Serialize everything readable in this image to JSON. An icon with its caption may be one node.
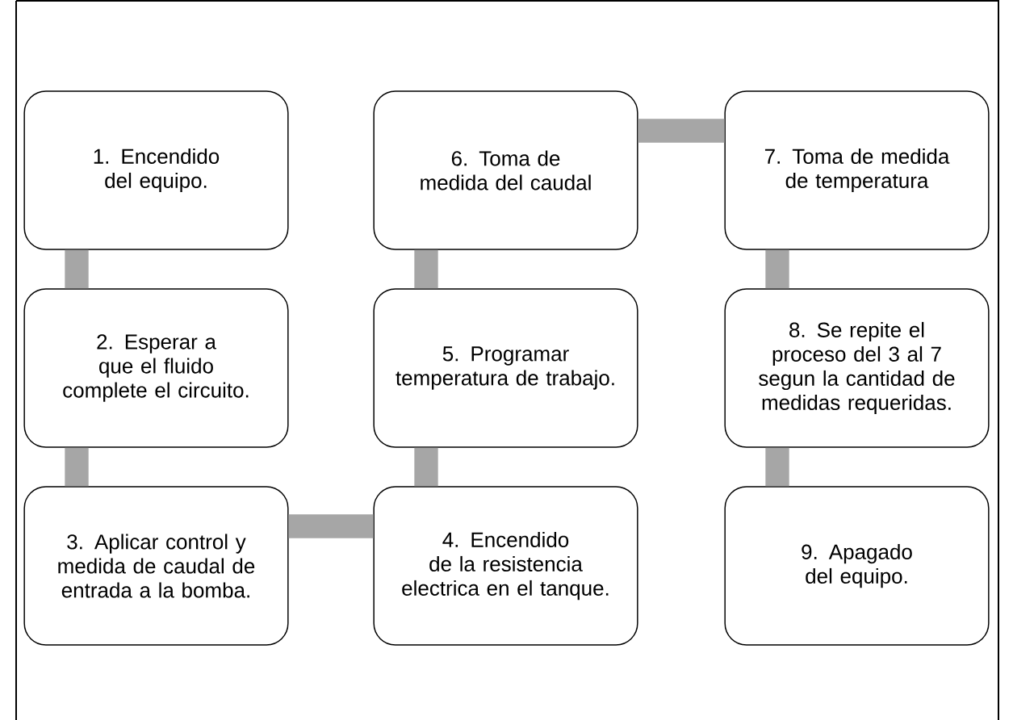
{
  "diagram": {
    "nodes": [
      {
        "text": [
          "1. Encendido del equipo."
        ]
      },
      {
        "text": [
          "2. Esperar a que el fluido complete el circuito."
        ]
      },
      {
        "text": [
          "3. Aplicar control y medida de caudal de entrada a la bomba."
        ]
      },
      {
        "text": [
          "4. Encendido de la resistencia electrica en el tanque."
        ]
      },
      {
        "text": [
          "5. Programar temperatura de trabajo."
        ]
      },
      {
        "text": [
          "6. Toma de medida del caudal"
        ]
      },
      {
        "text": [
          "7. Toma de medida de temperatura"
        ]
      },
      {
        "text": [
          "8. Se repite el proceso del 3 al 7 segun la cantidad de medidas requeridas."
        ]
      },
      {
        "text": [
          "9. Apagado del equipo."
        ]
      }
    ],
    "edges": [
      {
        "from": 0,
        "to": 1,
        "arrow": "none"
      },
      {
        "from": 1,
        "to": 2,
        "arrow": "none"
      },
      {
        "from": 2,
        "to": 3,
        "arrow": "none"
      },
      {
        "from": 3,
        "to": 4,
        "arrow": "none"
      },
      {
        "from": 4,
        "to": 5,
        "arrow": "none"
      },
      {
        "from": 5,
        "to": 6,
        "arrow": "none"
      },
      {
        "from": 6,
        "to": 7,
        "arrow": "none"
      },
      {
        "from": 7,
        "to": 8,
        "arrow": "none"
      }
    ]
  }
}
